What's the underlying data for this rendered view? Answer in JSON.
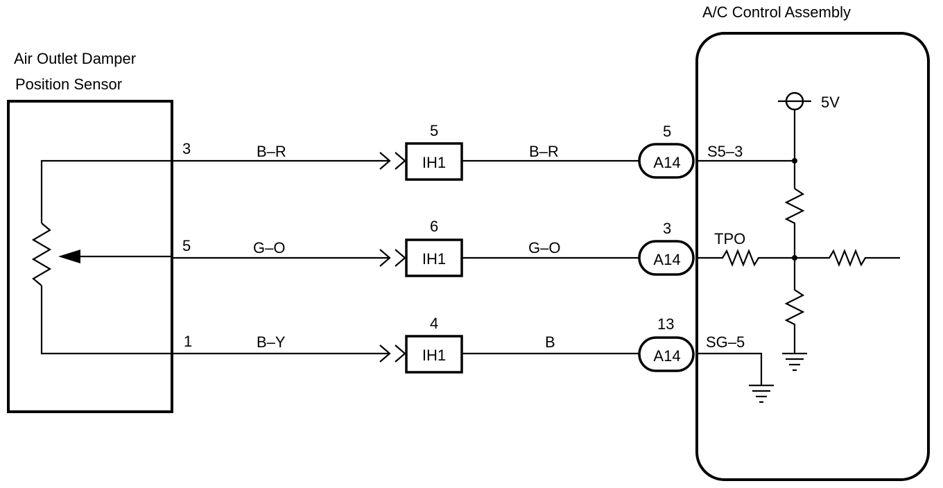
{
  "sensor": {
    "title_line1": "Air Outlet Damper",
    "title_line2": "Position Sensor"
  },
  "control": {
    "title": "A/C Control Assembly",
    "supply_label": "5V"
  },
  "circuits": [
    {
      "sensor_pin": "3",
      "wire_color_left": "B–R",
      "ih1_pin": "5",
      "ih1_label": "IH1",
      "wire_color_right": "B–R",
      "a14_pin": "5",
      "a14_label": "A14",
      "terminal": "S5–3"
    },
    {
      "sensor_pin": "5",
      "wire_color_left": "G–O",
      "ih1_pin": "6",
      "ih1_label": "IH1",
      "wire_color_right": "G–O",
      "a14_pin": "3",
      "a14_label": "A14",
      "terminal": "TPO"
    },
    {
      "sensor_pin": "1",
      "wire_color_left": "B–Y",
      "ih1_pin": "4",
      "ih1_label": "IH1",
      "wire_color_right": "B",
      "a14_pin": "13",
      "a14_label": "A14",
      "terminal": "SG–5"
    }
  ]
}
